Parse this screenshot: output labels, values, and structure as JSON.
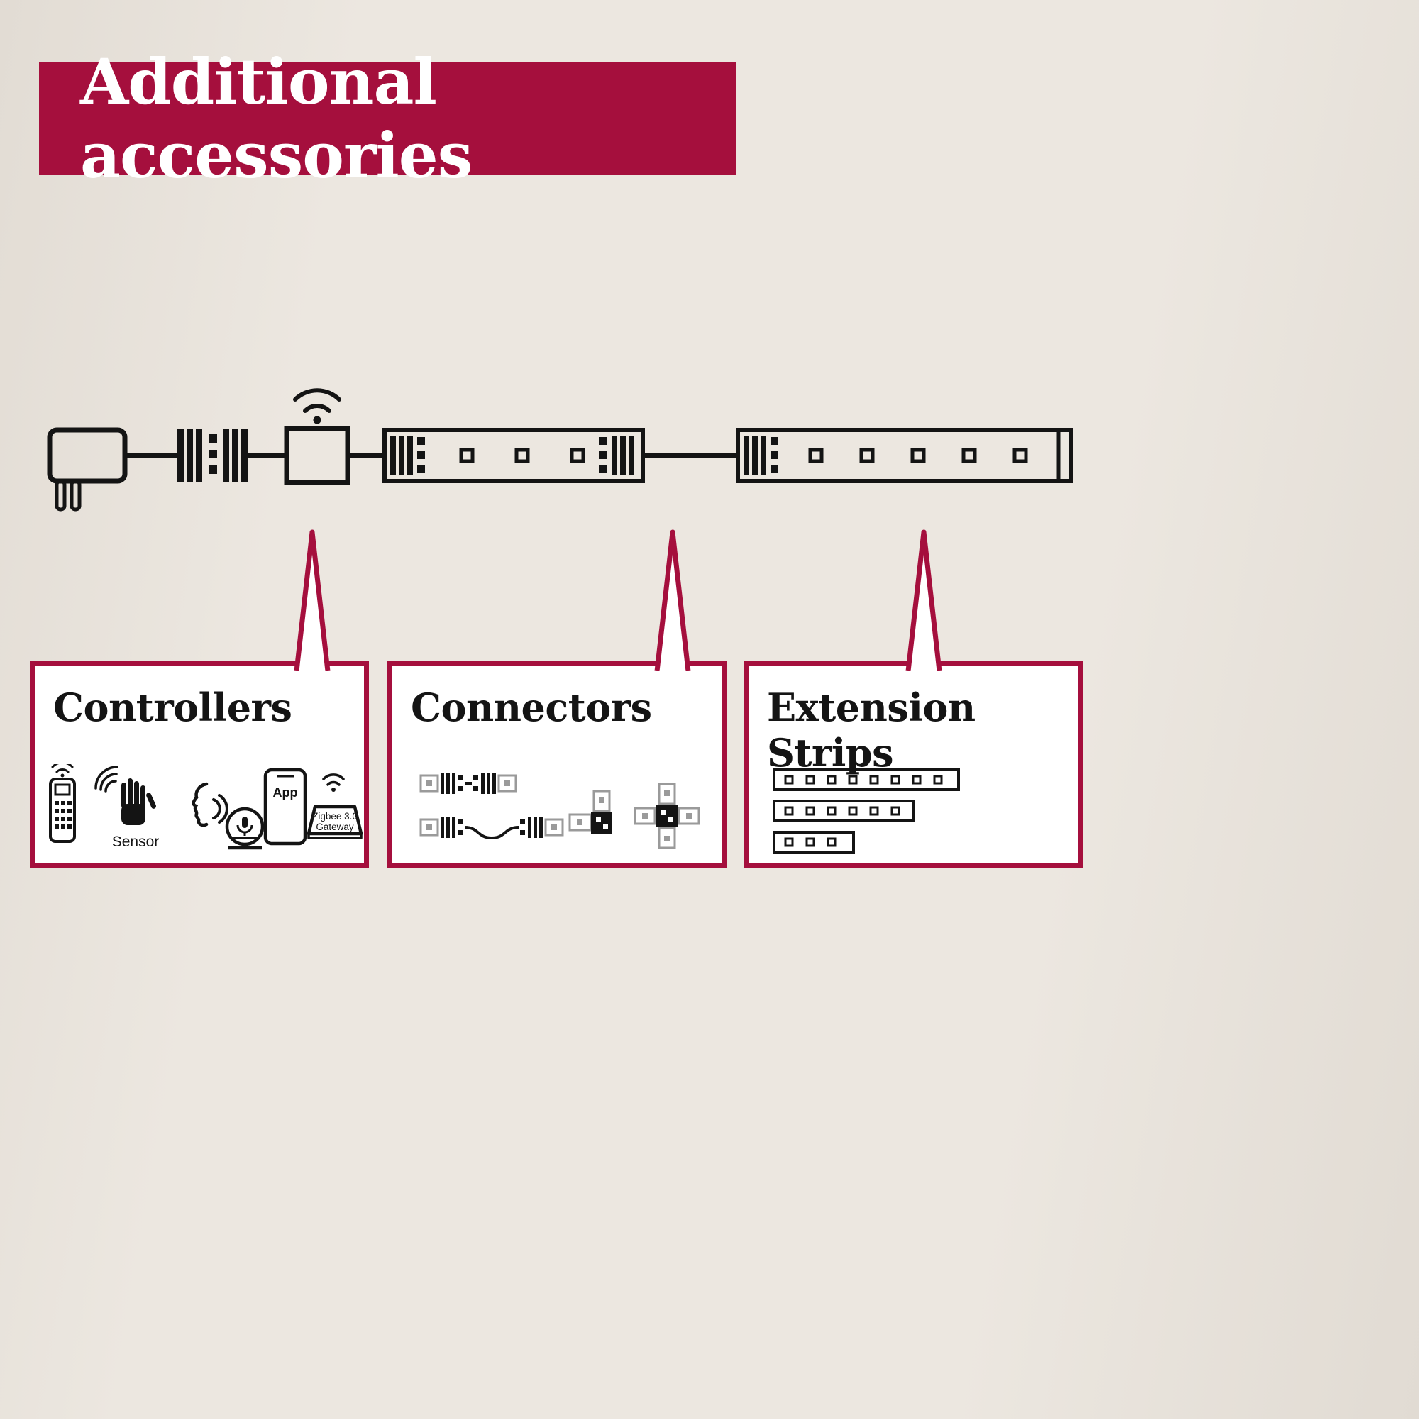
{
  "colors": {
    "accent": "#a50f3d",
    "background": "#ebe6df",
    "ink": "#141414",
    "stub_gray": "#9a9a9a"
  },
  "banner": {
    "title": "Additional accessories"
  },
  "diagram": {
    "icons": [
      "power-adapter-icon",
      "connector-block-icon",
      "wifi-icon",
      "wifi-controller-icon",
      "led-strip-icon",
      "led-strip-icon"
    ]
  },
  "callouts": [
    {
      "title": "Controllers",
      "icons": [
        "remote-control-icon",
        "motion-sensor-icon",
        "voice-control-icon",
        "smart-speaker-icon",
        "smartphone-app-icon",
        "zigbee-gateway-icon"
      ],
      "labels": {
        "sensor": "Sensor",
        "app": "App",
        "gateway_line1": "Zigbee 3.0",
        "gateway_line2": "Gateway"
      }
    },
    {
      "title": "Connectors",
      "icons": [
        "direct-connector-icon",
        "cable-connector-icon",
        "corner-connector-icon",
        "cross-connector-icon"
      ]
    },
    {
      "title": "Extension Strips",
      "icons": [
        "extension-strip-long-icon",
        "extension-strip-medium-icon",
        "extension-strip-short-icon"
      ]
    }
  ]
}
